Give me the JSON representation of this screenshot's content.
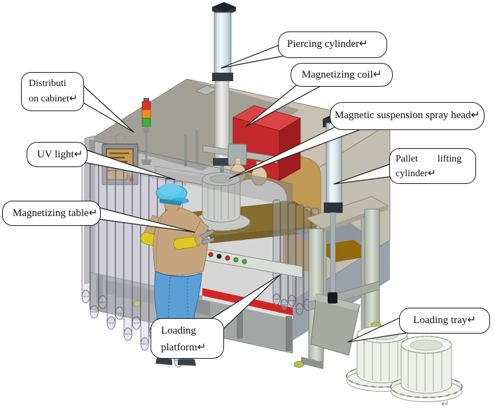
{
  "figure": {
    "type": "technical-illustration",
    "subject": "Magnetizing and fluorescent magnetic-particle inspection machine, 3D CAD view with part callouts"
  },
  "callouts": {
    "piercing_cylinder": {
      "label": "Piercing cylinder↵"
    },
    "magnetizing_coil": {
      "label": "Magnetizing coil↵"
    },
    "magnetic_suspension_spray_head": {
      "label": "Magnetic suspension spray head↵"
    },
    "distribution_cabinet": {
      "label": "Distributi\non cabinet↵"
    },
    "uv_light": {
      "label": "UV light↵"
    },
    "pallet_lifting_cylinder": {
      "label": "Pallet        lifting\ncylinder↵"
    },
    "magnetizing_table": {
      "label": "Magnetizing table↵"
    },
    "loading_platform": {
      "label": "Loading\nplatform↵"
    },
    "loading_tray": {
      "label": "Loading tray↵"
    }
  },
  "page_return_mark": "↵",
  "colors": {
    "coil_red": "#c3282c",
    "table_brown": "#8d690c",
    "frame_tan": "#c09a54",
    "enclosure_gray": "#c7c2b3",
    "jeans_blue": "#5a9fd6",
    "cap_blue": "#58c4e6",
    "skin_tan": "#c6a57d",
    "glove_yellow": "#ddca20",
    "signal_red": "#e03023",
    "signal_orange": "#ee8e1e",
    "signal_green": "#3fae37",
    "tray_white": "#eef1ea",
    "callout_border": "#1e1e1e"
  }
}
